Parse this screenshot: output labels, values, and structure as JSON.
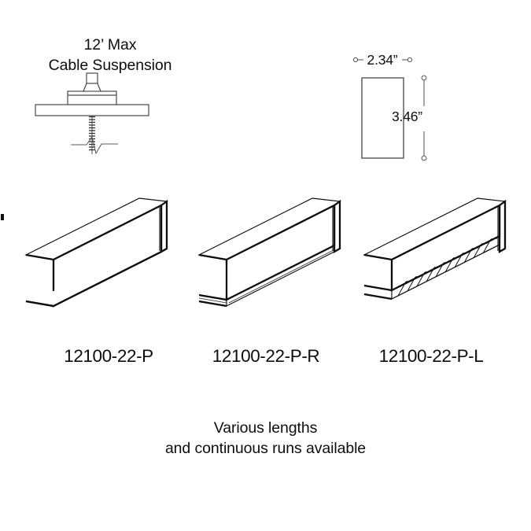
{
  "diagram": {
    "suspension_note": {
      "line1": "12’ Max",
      "line2": "Cable Suspension"
    },
    "cross_section": {
      "width_label": "2.34”",
      "height_label": "3.46”",
      "width_icon": "horizontal-dimension-icon",
      "height_icon": "vertical-dimension-icon"
    },
    "products": [
      {
        "part_number": "12100-22-P",
        "variant": "flat-lens"
      },
      {
        "part_number": "12100-22-P-R",
        "variant": "recessed-lens"
      },
      {
        "part_number": "12100-22-P-L",
        "variant": "louver"
      }
    ],
    "footer": {
      "line1": "Various lengths",
      "line2": "and continuous runs available"
    },
    "icons": {
      "ceiling_mount": "ceiling-mount-icon",
      "suspension_cable": "suspension-cable-icon",
      "break_line": "break-line-icon"
    },
    "colors": {
      "ink": "#0d0d0d",
      "line": "#111111",
      "dimension": "#5a5a5a",
      "background": "#ffffff"
    }
  }
}
